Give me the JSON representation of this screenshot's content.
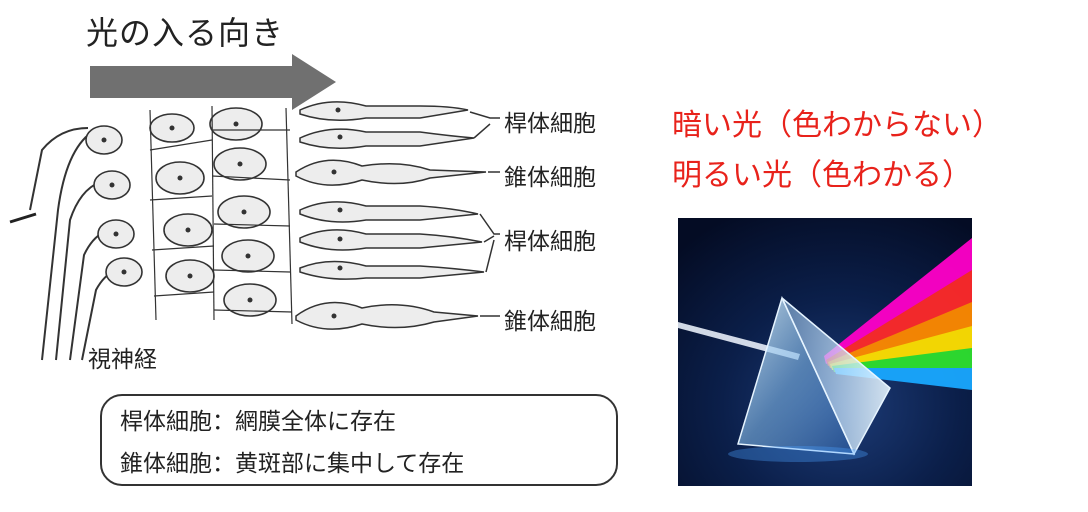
{
  "arrow_label": "光の入る向き",
  "cell_labels": [
    "桿体細胞",
    "錐体細胞",
    "桿体細胞",
    "錐体細胞"
  ],
  "optic_nerve_label": "視神経",
  "info_box": {
    "line1": "桿体細胞：網膜全体に存在",
    "line2": "錐体細胞：黄斑部に集中して存在"
  },
  "dark_light_text": "暗い光（色わからない）",
  "bright_light_text": "明るい光（色わかる）",
  "colors": {
    "accent_red": "#e8221b",
    "arrow_gray": "#707070",
    "prism_bg": "#0a1a3a"
  },
  "icons": {
    "prism": "prism-rainbow-image",
    "arrow": "direction-arrow-icon"
  }
}
